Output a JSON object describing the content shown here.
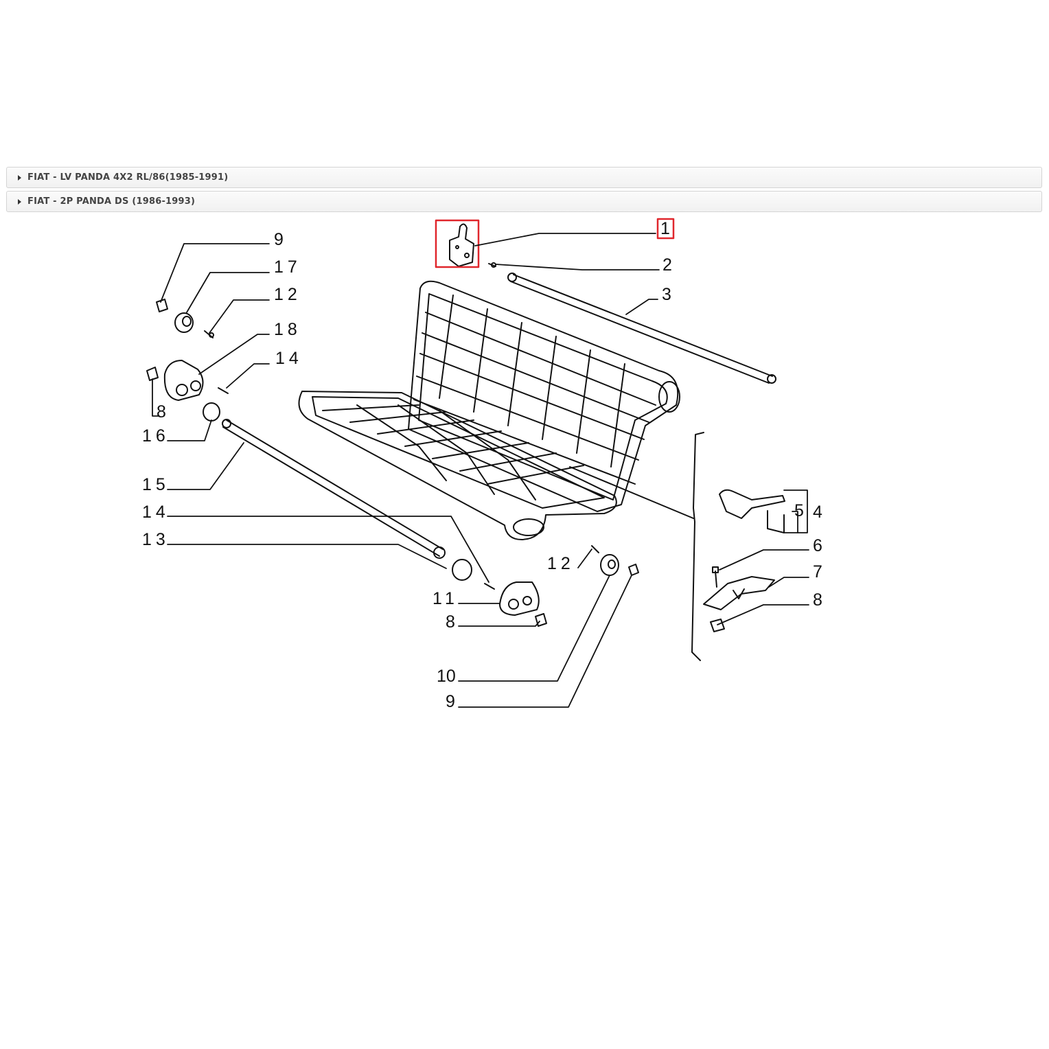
{
  "accordion": [
    {
      "label": "FIAT - LV PANDA 4X2 RL/86(1985-1991)"
    },
    {
      "label": "FIAT - 2P PANDA DS (1986-1993)"
    }
  ],
  "diagram": {
    "highlight_color": "#e0262c",
    "callouts": [
      "9",
      "17",
      "12",
      "18",
      "14",
      "8",
      "16",
      "15",
      "14",
      "13",
      "1",
      "2",
      "3",
      "5",
      "4",
      "6",
      "7",
      "8",
      "12",
      "11",
      "8",
      "10",
      "9"
    ]
  }
}
